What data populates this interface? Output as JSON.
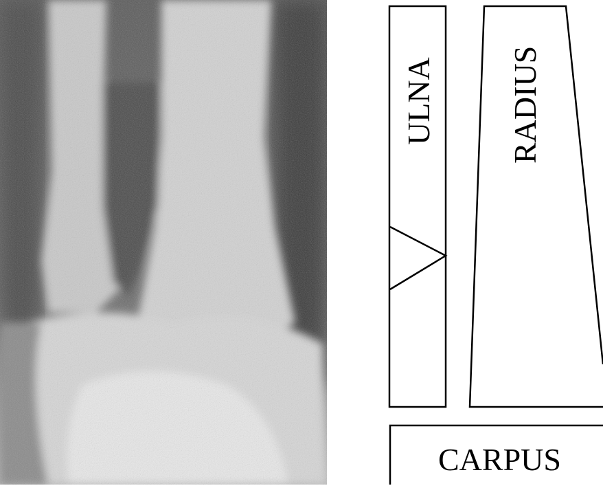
{
  "diagram": {
    "labels": {
      "ulna": "ULNA",
      "radius": "RADIUS",
      "carpus": "CARPUS"
    },
    "colors": {
      "background": "#ffffff",
      "line": "#000000",
      "xray_dark": "#3e3e3e",
      "xray_bone": "#d9d9d9"
    }
  }
}
